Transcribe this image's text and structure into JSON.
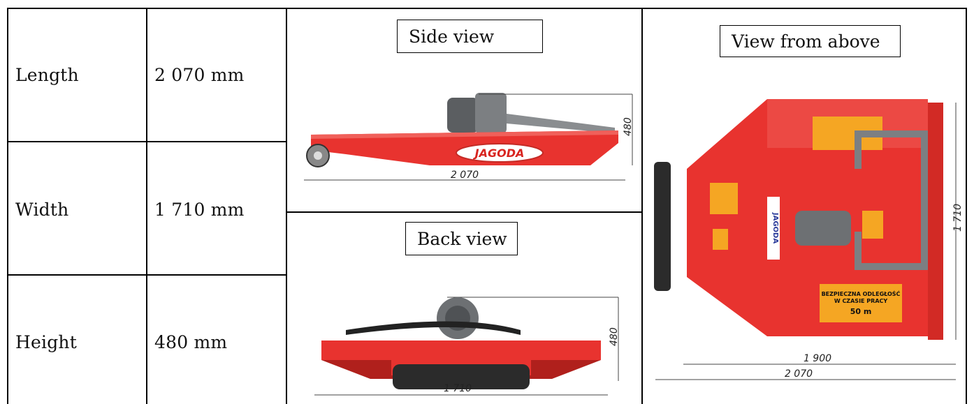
{
  "specs": [
    {
      "label": "Length",
      "value": "2 070 mm"
    },
    {
      "label": "Width",
      "value": "1 710 mm"
    },
    {
      "label": "Height",
      "value": "480 mm"
    }
  ],
  "views": {
    "side": {
      "caption": "Side view",
      "brand": "JAGODA",
      "dim_length": "2 070",
      "dim_height": "480"
    },
    "back": {
      "caption": "Back view",
      "dim_width": "1 710",
      "dim_height": "480"
    },
    "top": {
      "caption": "View from above",
      "dim_inner": "1 900",
      "dim_outer": "2 070",
      "dim_width": "1 710",
      "sign_line1": "BEZPIECZNA ODLEGŁOŚĆ",
      "sign_line2": "W CZASIE PRACY",
      "sign_distance": "50 m",
      "brand": "JAGODA"
    }
  },
  "colors": {
    "deck_red": "#e8332f",
    "deck_red_light": "#f0605a",
    "warning_orange": "#f5a623",
    "steel_grey": "#7c7f82"
  }
}
